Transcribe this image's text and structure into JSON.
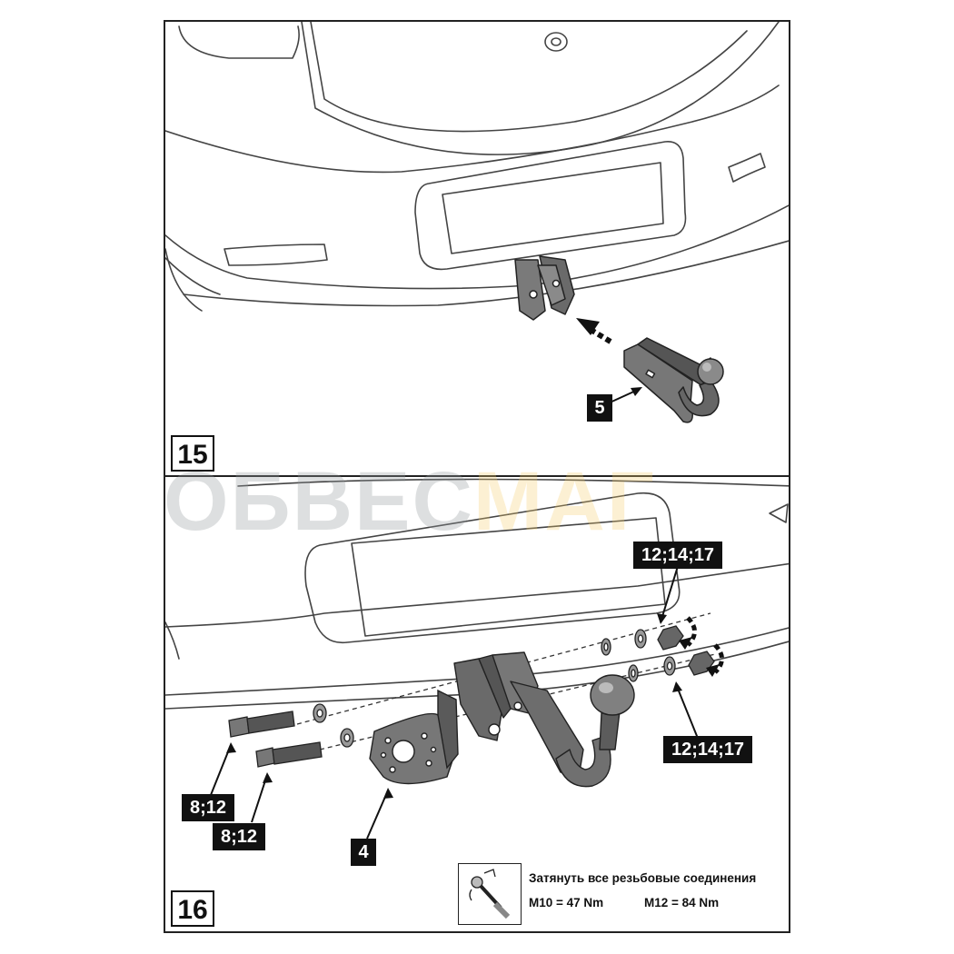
{
  "steps": [
    {
      "number": "15",
      "part_label": "5"
    },
    {
      "number": "16",
      "part_label": "4"
    }
  ],
  "step16_labels": {
    "nut_top": "12;14;17",
    "nut_bottom": "12;14;17",
    "bolt_top": "8;12",
    "bolt_bottom": "8;12"
  },
  "torque_note": {
    "line1": "Затянуть все резьбовые соединения",
    "line2_m10": "M10 = 47 Nm",
    "line2_m12": "M12 = 84 Nm",
    "icon": "torque-wrench-icon"
  },
  "watermark": {
    "part1": "ОБВЕС",
    "part2": "МАГ"
  },
  "colors": {
    "line": "#333333",
    "part_fill": "#6d6d6d",
    "label_bg": "#111111",
    "label_text": "#ffffff"
  }
}
